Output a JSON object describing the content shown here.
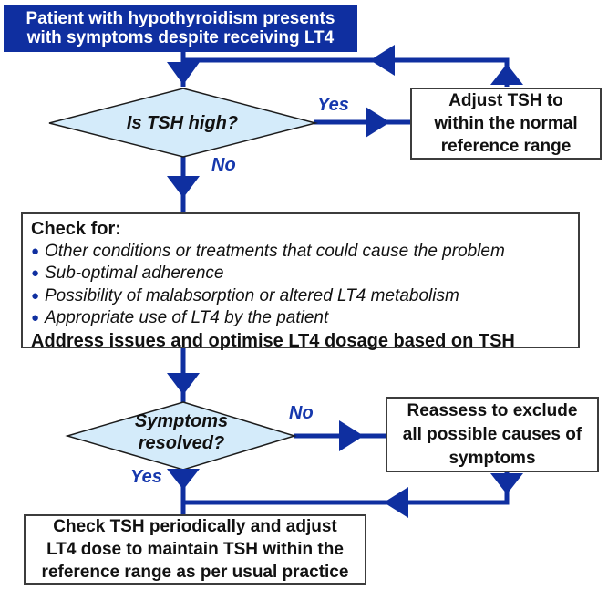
{
  "colors": {
    "primary_blue": "#0f2fa0",
    "label_blue": "#1638ad",
    "diamond_fill": "#d4ebfa",
    "box_border": "#3c3c3c",
    "text": "#111111",
    "start_box_text": "#ffffff"
  },
  "flowchart": {
    "start_box": {
      "lines": [
        "Patient with hypothyroidism presents",
        "with symptoms despite receiving LT4"
      ]
    },
    "decision_tsh": {
      "question": "Is TSH high?",
      "yes_label": "Yes",
      "no_label": "No"
    },
    "adjust_box": {
      "lines": [
        "Adjust TSH to",
        "within the normal",
        "reference range"
      ]
    },
    "check_box": {
      "heading": "Check for:",
      "bullet_glyph": "●",
      "items": [
        "Other conditions or treatments that could cause the problem",
        "Sub-optimal adherence",
        "Possibility of malabsorption or altered LT4 metabolism",
        "Appropriate use of LT4 by the patient"
      ],
      "footer": "Address issues and optimise LT4 dosage based on TSH"
    },
    "decision_symptoms": {
      "lines": [
        "Symptoms",
        "resolved?"
      ],
      "no_label": "No",
      "yes_label": "Yes"
    },
    "reassess_box": {
      "lines": [
        "Reassess to exclude",
        "all possible causes of",
        "symptoms"
      ]
    },
    "final_box": {
      "lines": [
        "Check TSH periodically and adjust",
        "LT4 dose to maintain TSH within the",
        "reference range as per usual practice"
      ]
    }
  }
}
